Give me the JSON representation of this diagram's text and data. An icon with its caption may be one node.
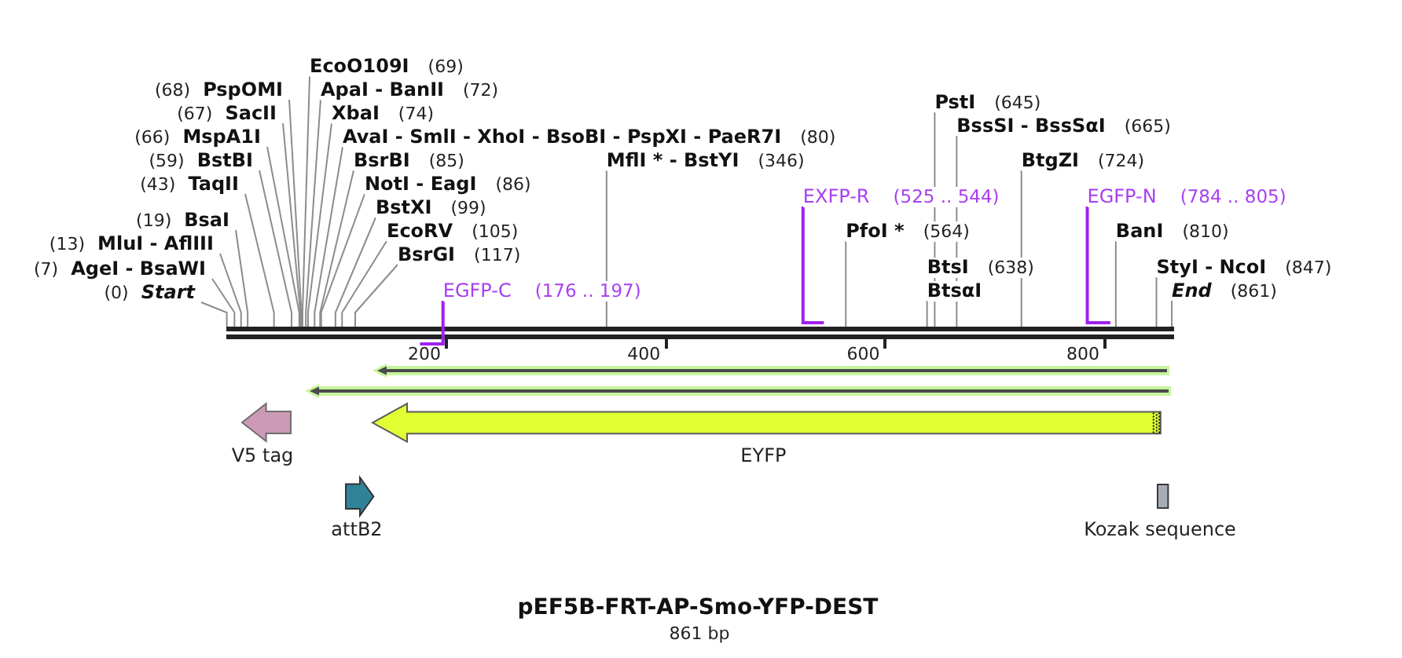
{
  "diagram": {
    "title": "pEF5B-FRT-AP-Smo-YFP-DEST",
    "caption": "861 bp",
    "nodes": [
      {
        "text": [
          "EcoO109I",
          "(69)"
        ]
      },
      {
        "text": [
          "(68)",
          "PspOMI"
        ]
      },
      {
        "text": [
          "ApaI - BanII",
          "(72)"
        ]
      },
      {
        "text": [
          "PstI",
          "(645)"
        ]
      },
      {
        "text": [
          "(67)",
          "SacII"
        ]
      },
      {
        "text": [
          "XbaI",
          "(74)"
        ]
      },
      {
        "text": [
          "BssSI - BssSαI",
          "(665)"
        ]
      },
      {
        "text": [
          "(66)",
          "MspA1I"
        ]
      },
      {
        "text": [
          "AvaI - SmlI - XhoI - BsoBI - PspXI - PaeR7I",
          "(80)"
        ]
      },
      {
        "text": [
          "(59)",
          "BstBI"
        ]
      },
      {
        "text": [
          "BsrBI",
          "(85)"
        ]
      },
      {
        "text": [
          "MflI * - BstYI",
          "(346)"
        ]
      },
      {
        "text": [
          "BtgZI",
          "(724)"
        ]
      },
      {
        "text": [
          "(43)",
          "TaqII"
        ]
      },
      {
        "text": [
          "NotI - EagI",
          "(86)"
        ]
      },
      {
        "text": [
          "EXFP-R",
          "(525 .. 544)"
        ]
      },
      {
        "text": [
          "EGFP-N",
          "(784 .. 805)"
        ]
      },
      {
        "text": [
          "BstXI",
          "(99)"
        ]
      },
      {
        "text": [
          "(19)",
          "BsaI"
        ]
      },
      {
        "text": [
          "EcoRV",
          "(105)"
        ]
      },
      {
        "text": [
          "PfoI *",
          "(564)"
        ]
      },
      {
        "text": [
          "BanI",
          "(810)"
        ]
      },
      {
        "text": [
          "(13)",
          "MluI - AflIII"
        ]
      },
      {
        "text": [
          "BsrGI",
          "(117)"
        ]
      },
      {
        "text": [
          "BtsI",
          "(638)",
          "BtsαI"
        ]
      },
      {
        "text": [
          "StyI - NcoI",
          "(847)"
        ]
      },
      {
        "text": [
          "(7)",
          "AgeI - BsaWI"
        ]
      },
      {
        "text": [
          "(0)",
          "Start"
        ]
      },
      {
        "text": [
          "EGFP-C",
          "(176 .. 197)"
        ]
      },
      {
        "text": [
          "End",
          "(861)"
        ]
      },
      {
        "text": [],
        "shape": "bar"
      },
      {
        "text": [],
        "shape": "arrow",
        "beside": [
          "V5 tag"
        ]
      },
      {
        "text": [],
        "shape": "arrow",
        "beside": [
          "EYFP"
        ]
      },
      {
        "text": [],
        "shape": "arrow",
        "beside": [
          "attB2"
        ]
      },
      {
        "text": [],
        "shape": "box",
        "beside": [
          "Kozak sequence"
        ]
      }
    ],
    "edges": [
      {
        "from": 0,
        "to": 30,
        "arrow": "none"
      },
      {
        "from": 1,
        "to": 30,
        "arrow": "none"
      },
      {
        "from": 2,
        "to": 30,
        "arrow": "none"
      },
      {
        "from": 3,
        "to": 30,
        "arrow": "none"
      },
      {
        "from": 4,
        "to": 30,
        "arrow": "none"
      },
      {
        "from": 5,
        "to": 30,
        "arrow": "none"
      },
      {
        "from": 6,
        "to": 30,
        "arrow": "none"
      },
      {
        "from": 7,
        "to": 30,
        "arrow": "none"
      },
      {
        "from": 8,
        "to": 30,
        "arrow": "none"
      },
      {
        "from": 9,
        "to": 30,
        "arrow": "none"
      },
      {
        "from": 10,
        "to": 30,
        "arrow": "none"
      },
      {
        "from": 11,
        "to": 30,
        "arrow": "none"
      },
      {
        "from": 12,
        "to": 30,
        "arrow": "none"
      },
      {
        "from": 13,
        "to": 30,
        "arrow": "none"
      },
      {
        "from": 14,
        "to": 30,
        "arrow": "none"
      },
      {
        "from": 15,
        "to": 30,
        "arrow": "none",
        "color": "#a020f0"
      },
      {
        "from": 16,
        "to": 30,
        "arrow": "none",
        "color": "#a020f0"
      },
      {
        "from": 17,
        "to": 30,
        "arrow": "none"
      },
      {
        "from": 18,
        "to": 30,
        "arrow": "none"
      },
      {
        "from": 19,
        "to": 30,
        "arrow": "none"
      },
      {
        "from": 20,
        "to": 30,
        "arrow": "none"
      },
      {
        "from": 21,
        "to": 30,
        "arrow": "none"
      },
      {
        "from": 22,
        "to": 30,
        "arrow": "none"
      },
      {
        "from": 23,
        "to": 30,
        "arrow": "none"
      },
      {
        "from": 24,
        "to": 30,
        "arrow": "none"
      },
      {
        "from": 25,
        "to": 30,
        "arrow": "none"
      },
      {
        "from": 26,
        "to": 30,
        "arrow": "none"
      },
      {
        "from": 27,
        "to": 30,
        "arrow": "none"
      },
      {
        "from": 28,
        "to": 30,
        "arrow": "none",
        "color": "#a020f0"
      },
      {
        "from": 29,
        "to": 30,
        "arrow": "none"
      }
    ],
    "labels": [
      "200",
      "400",
      "600",
      "800"
    ]
  }
}
